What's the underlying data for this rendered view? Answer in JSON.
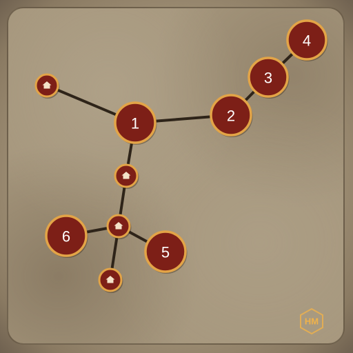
{
  "colors": {
    "node_fill": "#7d1f17",
    "node_ring": "#e3a447",
    "edge": "#2e2419",
    "house_icon": "#f4e2c8",
    "watermark": "#f0b24a"
  },
  "nodes": [
    {
      "id": "n1",
      "kind": "level",
      "label": "1"
    },
    {
      "id": "n2",
      "kind": "level",
      "label": "2"
    },
    {
      "id": "n3",
      "kind": "level",
      "label": "3"
    },
    {
      "id": "n4",
      "kind": "level",
      "label": "4"
    },
    {
      "id": "n5",
      "kind": "level",
      "label": "5"
    },
    {
      "id": "n6",
      "kind": "level",
      "label": "6"
    },
    {
      "id": "h1",
      "kind": "house",
      "icon": "house-icon"
    },
    {
      "id": "h2",
      "kind": "house",
      "icon": "house-icon"
    },
    {
      "id": "h3",
      "kind": "house",
      "icon": "house-icon"
    },
    {
      "id": "h4",
      "kind": "house",
      "icon": "house-icon"
    }
  ],
  "edges": [
    [
      "h1",
      "n1"
    ],
    [
      "n1",
      "n2"
    ],
    [
      "n2",
      "n3"
    ],
    [
      "n3",
      "n4"
    ],
    [
      "n1",
      "h2"
    ],
    [
      "h2",
      "h3"
    ],
    [
      "h3",
      "n6"
    ],
    [
      "h3",
      "n5"
    ],
    [
      "h3",
      "h4"
    ]
  ],
  "watermark": {
    "text": "HM",
    "icon": "logo-badge-icon"
  }
}
